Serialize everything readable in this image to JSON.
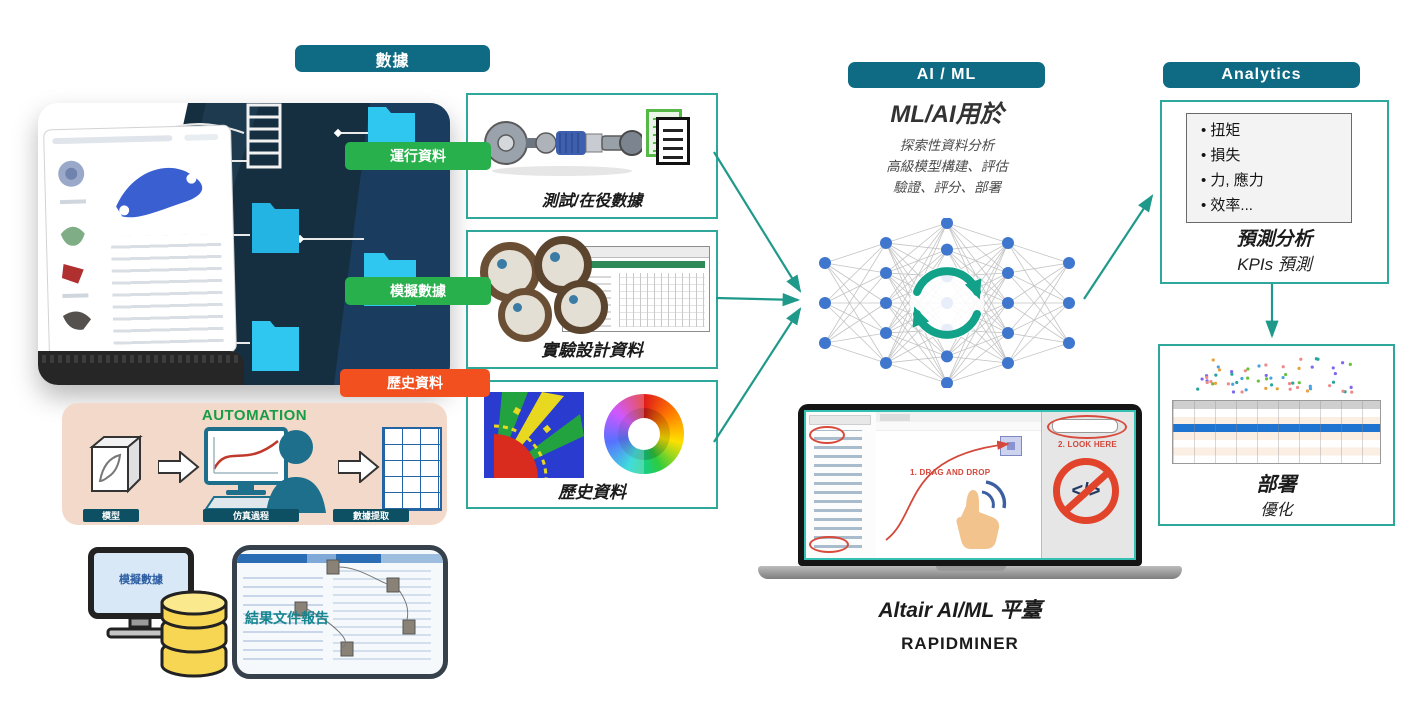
{
  "headers": {
    "data": "數據",
    "ai_ml": "AI / ML",
    "analytics": "Analytics"
  },
  "source_labels": {
    "operational": "運行資料",
    "simulation": "模擬數據",
    "historical": "歷史資料"
  },
  "source_boxes": {
    "test_caption": "測試/在役數據",
    "doe_caption": "實驗設計資料",
    "history_caption": "歷史資料"
  },
  "ml_section": {
    "title": "ML/AI用於",
    "lines": [
      "探索性資料分析",
      "高級模型構建、評估",
      "驗證、評分、部署"
    ]
  },
  "neural_network": {
    "layers": [
      3,
      5,
      7,
      5,
      3
    ]
  },
  "analytics_box": {
    "bullets": [
      "扭矩",
      "損失",
      "力, 應力",
      "效率..."
    ],
    "title": "預測分析",
    "subtitle": "KPIs 預測"
  },
  "deployment_box": {
    "title": "部署",
    "subtitle": "優化"
  },
  "platform": {
    "annotation_drag": "1. DRAG AND DROP",
    "annotation_look": "2. LOOK HERE",
    "no_code_glyph": "</>",
    "caption": "Altair AI/ML 平臺",
    "brand": "RAPIDMINER"
  },
  "automation": {
    "title": "AUTOMATION",
    "steps": [
      "模型",
      "仿真過程",
      "數據提取"
    ]
  },
  "data_sources_icons": {
    "monitor_label": "模擬數據",
    "report_label": "結果文件報告"
  },
  "colors": {
    "header_teal": "#0f6a84",
    "box_border": "#2fa79b",
    "arrow_teal": "#1f998a",
    "label_green": "#27b04b",
    "label_orange": "#f2501f",
    "node_blue": "#3f76ce",
    "cycle_teal": "#12a189",
    "automation_bg": "#f3d9c9"
  }
}
